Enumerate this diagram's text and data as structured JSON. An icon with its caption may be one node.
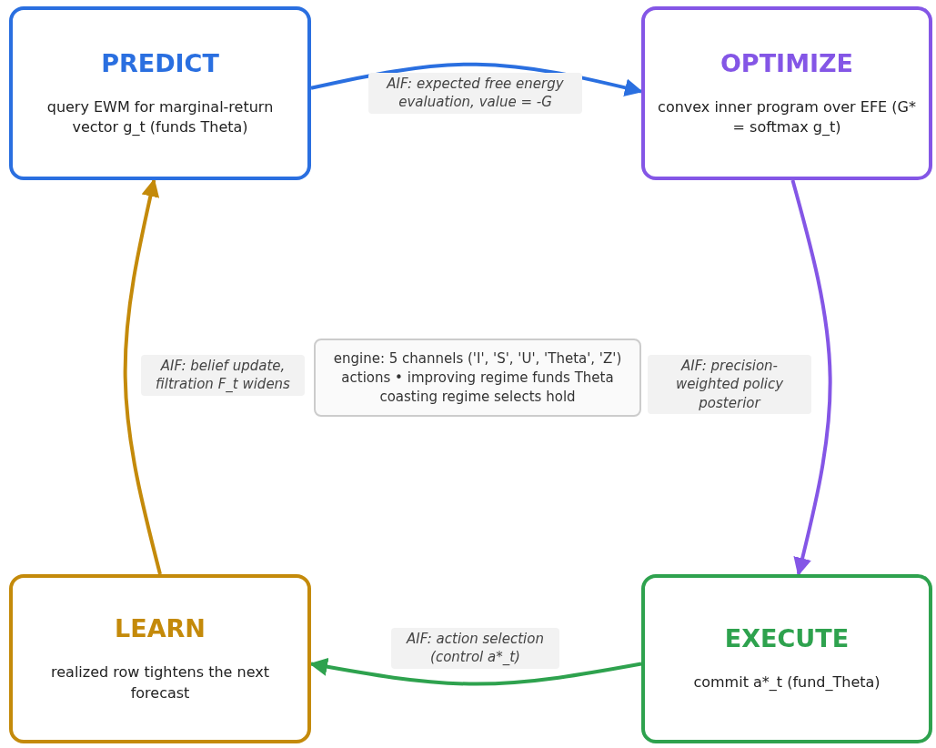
{
  "diagram": {
    "nodes": [
      {
        "text": [
          "PREDICT",
          "query EWM for marginal-return vector g_t (funds Theta)"
        ]
      },
      {
        "text": [
          "OPTIMIZE",
          "convex inner program over EFE (G* = softmax g_t)"
        ]
      },
      {
        "text": [
          "EXECUTE",
          "commit a*_t (fund_Theta)"
        ]
      },
      {
        "text": [
          "LEARN",
          "realized row tightens the next forecast"
        ]
      },
      {
        "text": [
          "engine: 5 channels ('I', 'S', 'U', 'Theta', 'Z') actions • improving regime funds Theta coasting regime selects hold"
        ]
      }
    ],
    "edges": [
      {
        "from": 0,
        "to": 1,
        "arrow": "to",
        "label": "AIF: expected free energy evaluation, value = -G",
        "color": "#2a6fe0"
      },
      {
        "from": 1,
        "to": 2,
        "arrow": "to",
        "label": "AIF: precision-weighted policy posterior",
        "color": "#8456e6"
      },
      {
        "from": 2,
        "to": 3,
        "arrow": "to",
        "label": "AIF: action selection (control a*_t)",
        "color": "#2ea24e"
      },
      {
        "from": 3,
        "to": 0,
        "arrow": "to",
        "label": "AIF: belief update, filtration F_t widens",
        "color": "#c48a0a"
      }
    ]
  }
}
